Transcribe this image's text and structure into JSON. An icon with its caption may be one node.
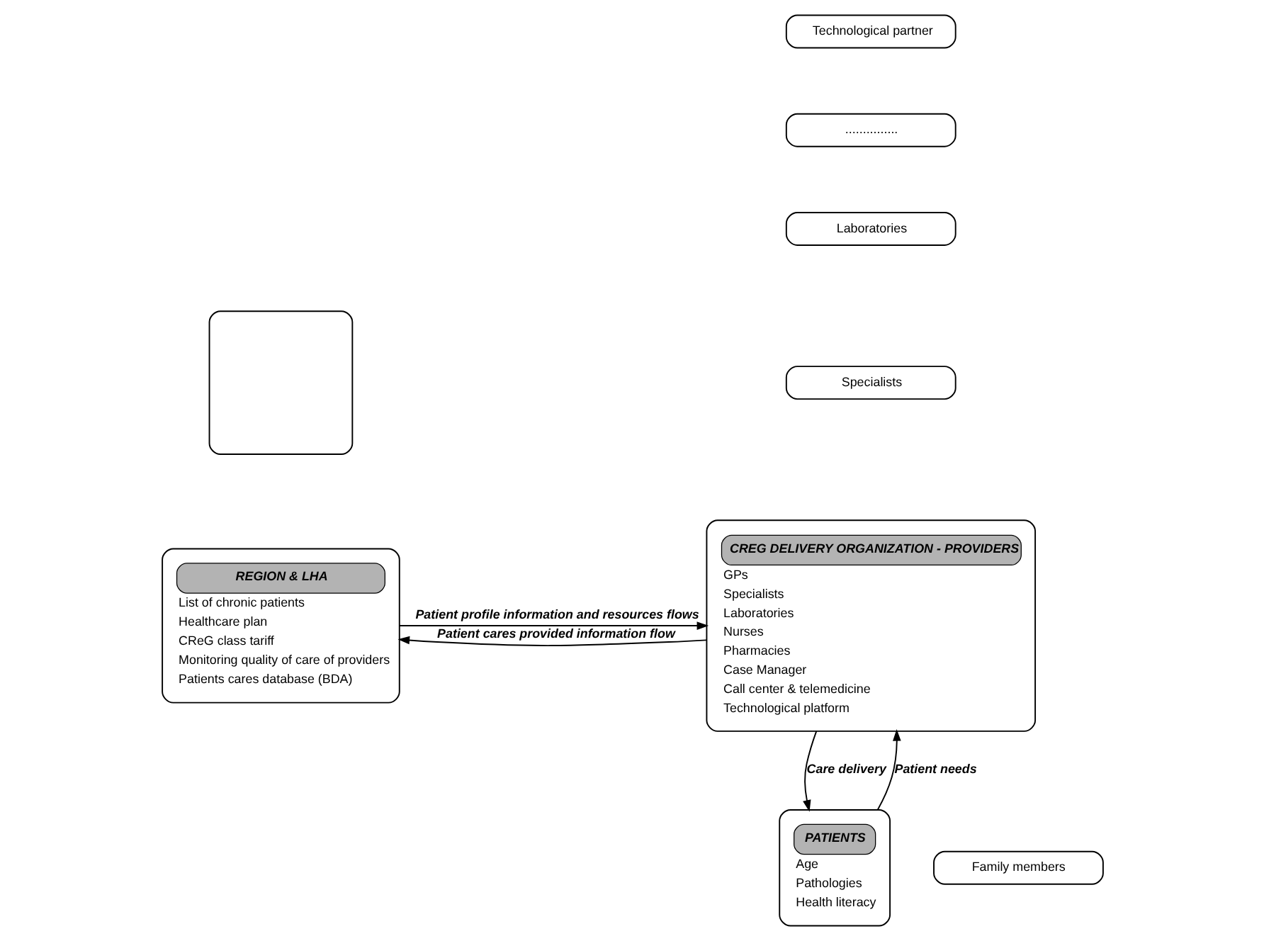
{
  "diagram": {
    "nodes": [
      {
        "text": [],
        "shape": "box"
      },
      {
        "text": [
          "REGION & LHA",
          "List of chronic patients",
          "Healthcare plan",
          "CReG class tariff",
          "Monitoring quality of care of providers",
          "Patients cares database (BDA)"
        ]
      },
      {
        "text": [
          "Technological partner"
        ]
      },
      {
        "text": [
          "..............."
        ]
      },
      {
        "text": [
          "Laboratories"
        ]
      },
      {
        "text": [
          "Specialists"
        ]
      },
      {
        "text": [
          "CREG DELIVERY ORGANIZATION - PROVIDERS",
          "GPs",
          "Specialists",
          "Laboratories",
          "Nurses",
          "Pharmacies",
          "Case Manager",
          "Call center & telemedicine",
          "Technological platform"
        ]
      },
      {
        "text": [
          "PATIENTS",
          "Age",
          "Pathologies",
          "Health literacy"
        ]
      },
      {
        "text": [
          "Family members"
        ]
      }
    ],
    "edges": [
      {
        "from": 1,
        "to": 6,
        "arrow": "to",
        "label": "Patient profile information and resources flows"
      },
      {
        "from": 6,
        "to": 1,
        "arrow": "to",
        "label": "Patient cares provided information flow"
      },
      {
        "from": 7,
        "to": 6,
        "arrow": "to",
        "label": "Patient needs"
      },
      {
        "from": 6,
        "to": 7,
        "arrow": "to",
        "label": "Care delivery"
      }
    ]
  }
}
